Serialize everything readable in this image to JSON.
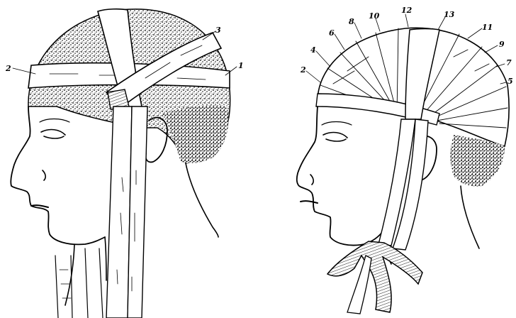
{
  "colors": {
    "ink": "#000000",
    "paper": "#ffffff"
  },
  "figures": [
    {
      "id": "left-head",
      "labels": [
        "2",
        "3",
        "1"
      ]
    },
    {
      "id": "right-head",
      "labels": [
        "2",
        "4",
        "6",
        "8",
        "10",
        "12",
        "13",
        "11",
        "9",
        "7",
        "5"
      ]
    }
  ]
}
